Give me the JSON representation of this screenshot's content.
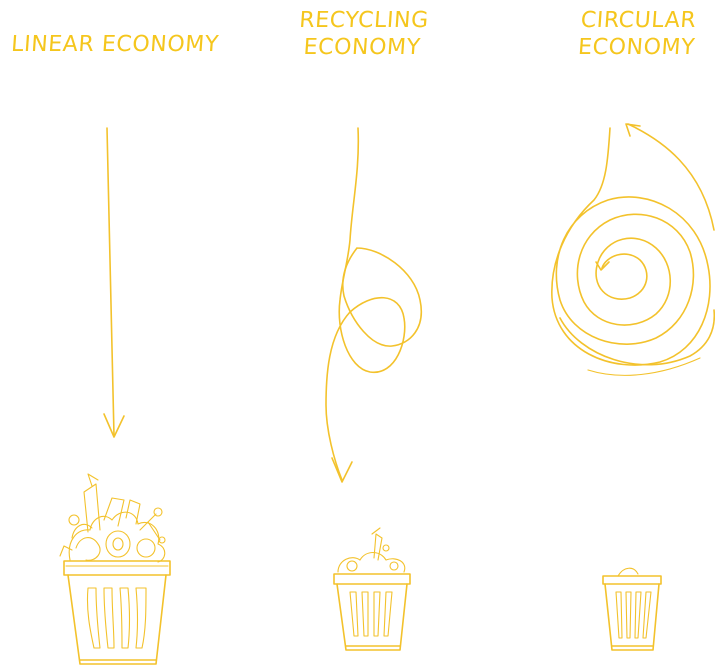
{
  "columns": [
    {
      "id": "linear",
      "title": "LINEAR ECONOMY"
    },
    {
      "id": "recycling",
      "title": "RECYCLING\nECONOMY"
    },
    {
      "id": "circular",
      "title": "CIRCULAR\nECONOMY"
    }
  ],
  "ink_color": "#f3c22c",
  "trash_levels": {
    "linear": "overflowing",
    "recycling": "small pile",
    "circular": "nearly empty"
  }
}
